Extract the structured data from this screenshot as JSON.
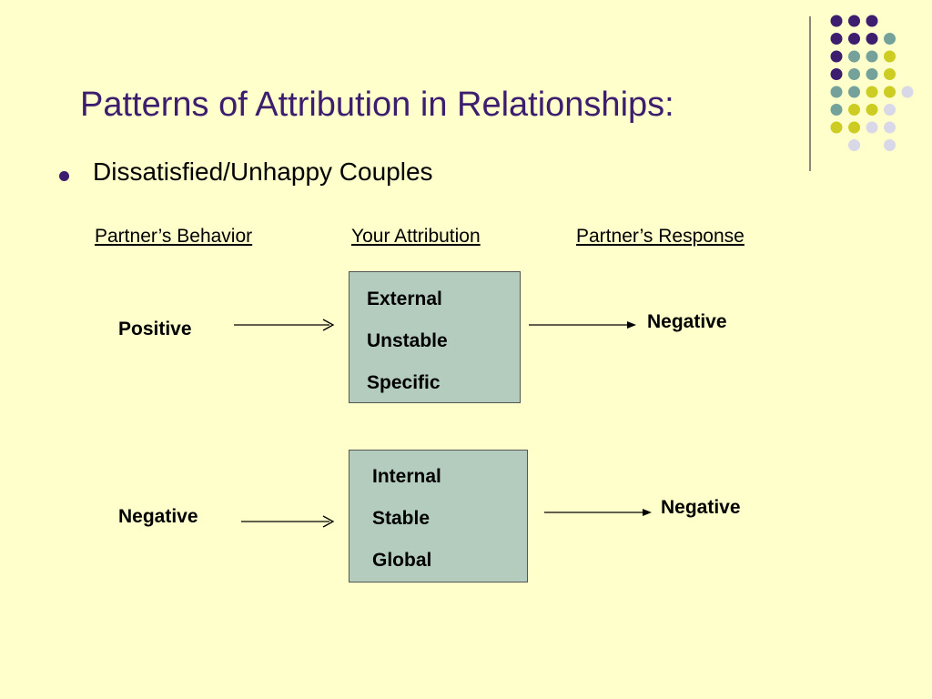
{
  "slide": {
    "title": "Patterns of Attribution in Relationships:",
    "bullet": "Dissatisfied/Unhappy Couples"
  },
  "headers": {
    "behavior": "Partner’s Behavior",
    "attribution": "Your Attribution",
    "response": "Partner’s Response"
  },
  "rows": [
    {
      "behavior": "Positive",
      "attributions": [
        "External",
        "Unstable",
        "Specific"
      ],
      "response": "Negative"
    },
    {
      "behavior": "Negative",
      "attributions": [
        "Internal",
        "Stable",
        "Global"
      ],
      "response": "Negative"
    }
  ],
  "colors": {
    "background": "#FFFFCC",
    "title": "#3D1D6E",
    "box_fill": "#B3CCBE",
    "dot_purple": "#3D1D6E",
    "dot_teal": "#74A29B",
    "dot_yellow": "#CCCC22",
    "dot_gray": "#D8D8E8"
  },
  "decor": {
    "dot_grid": [
      [
        "purple",
        "purple",
        "purple",
        "",
        ""
      ],
      [
        "purple",
        "purple",
        "purple",
        "teal",
        ""
      ],
      [
        "purple",
        "teal",
        "teal",
        "yellow",
        ""
      ],
      [
        "purple",
        "teal",
        "teal",
        "yellow",
        ""
      ],
      [
        "teal",
        "teal",
        "yellow",
        "yellow",
        "gray"
      ],
      [
        "teal",
        "yellow",
        "yellow",
        "gray",
        ""
      ],
      [
        "yellow",
        "yellow",
        "gray",
        "gray",
        ""
      ],
      [
        "",
        "gray",
        "",
        "gray",
        ""
      ]
    ]
  }
}
